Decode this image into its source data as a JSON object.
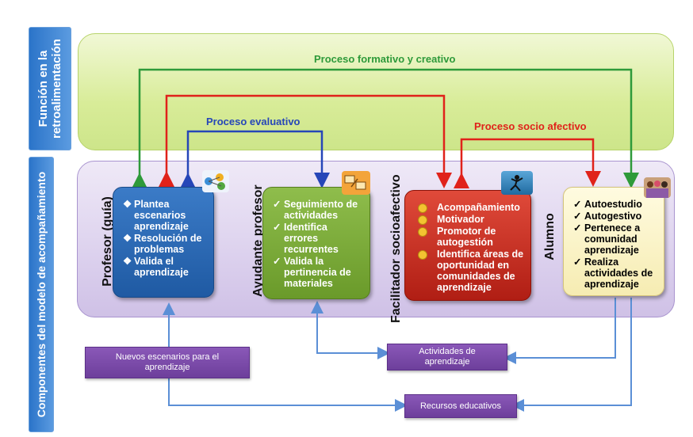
{
  "side_labels": {
    "top": "Función en la retroalimentación",
    "bottom": "Componentes del modelo de acompañamiento"
  },
  "processes": {
    "formativo": "Proceso formativo  y creativo",
    "evaluativo": "Proceso evaluativo",
    "socio_afectivo": "Proceso socio afectivo"
  },
  "roles": {
    "profesor": "Profesor (guía)",
    "ayudante": "Ayudante profesor",
    "facilitador": "Facilitador socioafectivo",
    "alumno": "Alumno"
  },
  "boxes": {
    "profesor": [
      "Plantea escenarios aprendizaje",
      "Resolución de problemas",
      "Valida el aprendizaje"
    ],
    "ayudante": [
      "Seguimiento de actividades",
      "Identifica errores recurrentes",
      "Valida la pertinencia de materiales"
    ],
    "facilitador": [
      "Acompañamiento",
      "Motivador",
      "Promotor de autogestión",
      "Identifica áreas de oportunidad en comunidades de aprendizaje"
    ],
    "alumno": [
      "Autoestudio",
      "Autogestivo",
      "Pertenece a comunidad aprendizaje",
      "Realiza actividades de aprendizaje"
    ]
  },
  "outputs": {
    "nuevos": "Nuevos escenarios para el aprendizaje",
    "actividades": "Actividades de aprendizaje",
    "recursos": "Recursos educativos"
  },
  "colors": {
    "green_arrow": "#2e9a3a",
    "red_arrow": "#e0221a",
    "blue_arrow": "#2646b8",
    "light_blue_arrow": "#5b8fd6"
  },
  "icons": [
    "network-icon",
    "puzzle-icon",
    "jumping-person-icon",
    "students-photo-icon"
  ]
}
